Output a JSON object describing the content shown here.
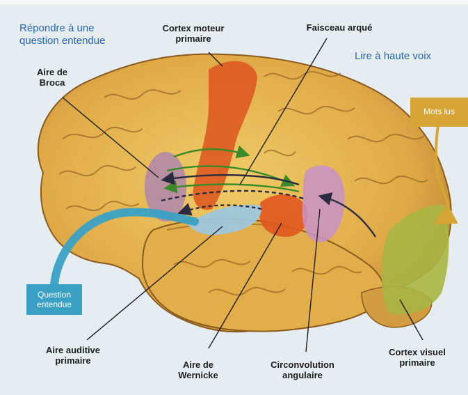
{
  "labels": {
    "repondre": "Répondre à une\nquestion entendue",
    "cortex_moteur": "Cortex moteur\nprimaire",
    "faisceau": "Faisceau arqué",
    "lire": "Lire à haute voix",
    "broca": "Aire de\nBroca",
    "mots_lus": "Mots lus",
    "question": "Question\nentendue",
    "auditive": "Aire auditive\nprimaire",
    "wernicke": "Aire de\nWernicke",
    "angulaire": "Circonvolution\nangulaire",
    "visuel": "Cortex visuel\nprimaire"
  },
  "colors": {
    "brain": "#e4b34a",
    "motor": "#de5a22",
    "broca": "#b28aa7",
    "wernicke_orange": "#e2561e",
    "auditory": "#9ec7dc",
    "angular": "#c890c7",
    "visual": "#a8b642",
    "question_box": "#3aa1c4",
    "mots_box": "#d5a536"
  }
}
